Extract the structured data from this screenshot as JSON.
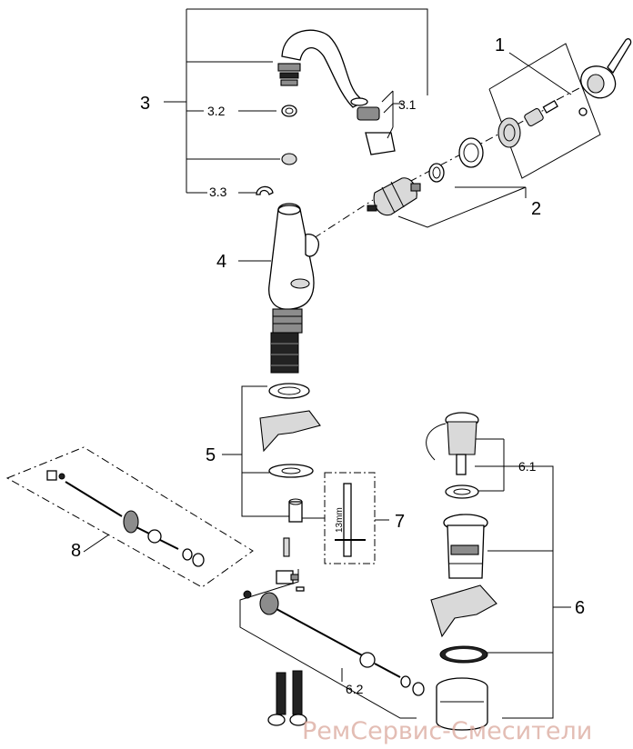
{
  "labels": {
    "p1": "1",
    "p2": "2",
    "p3": "3",
    "p3_1": "3.1",
    "p3_2": "3.2",
    "p3_3": "3.3",
    "p4": "4",
    "p5": "5",
    "p6": "6",
    "p6_1": "6.1",
    "p6_2": "6.2",
    "p7": "7",
    "p8": "8"
  },
  "tool_size": "13mm",
  "watermark": "РемСервис-Смесители"
}
